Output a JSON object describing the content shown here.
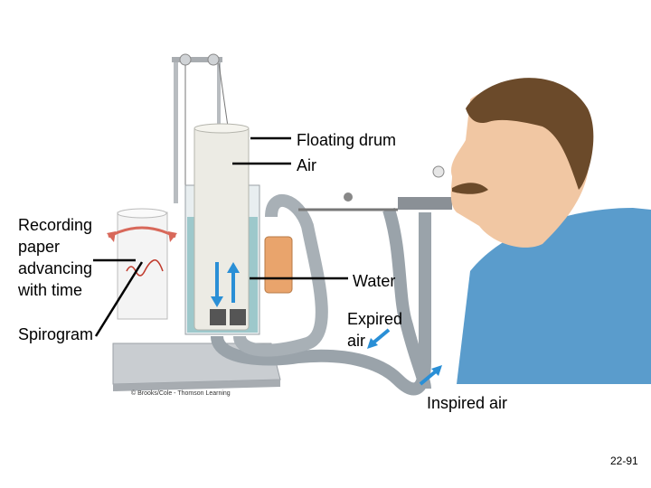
{
  "labels": {
    "floating_drum": "Floating drum",
    "air": "Air",
    "recording_paper": "Recording\npaper\nadvancing\nwith time",
    "spirogram": "Spirogram",
    "water": "Water",
    "expired_air": "Expired\nair",
    "inspired_air": "Inspired air"
  },
  "credit": "© Brooks/Cole - Thomson Learning",
  "slide_number": "22-91",
  "colors": {
    "shirt": "#5a9ccc",
    "skin": "#f1c7a3",
    "hair": "#6b4a2a",
    "water": "#8fc1c4",
    "hose": "#9aa3aa",
    "arrow_blue": "#2a8fd6",
    "arrow_red": "#d8685a",
    "canister": "#e9a46c"
  }
}
